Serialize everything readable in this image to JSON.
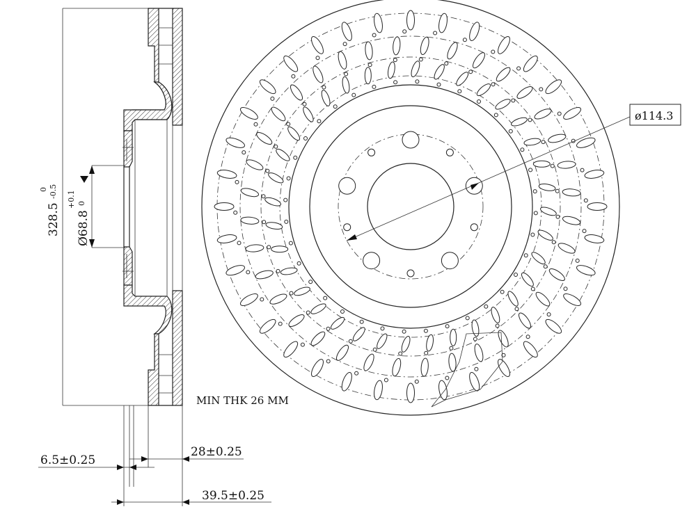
{
  "drawing": {
    "dimensions": {
      "outer_diameter": "328.5",
      "outer_tol_upper": "0",
      "outer_tol_lower": "-0.5",
      "center_bore": "Ø68.8",
      "bore_tol_upper": "+0.1",
      "bore_tol_lower": "0",
      "hat_offset": "6.5±0.25",
      "thickness": "28±0.25",
      "overall_height": "39.5±0.25",
      "bolt_circle": "ø114.3"
    },
    "notes": {
      "min_thickness": "MIN THK 26 MM"
    }
  }
}
